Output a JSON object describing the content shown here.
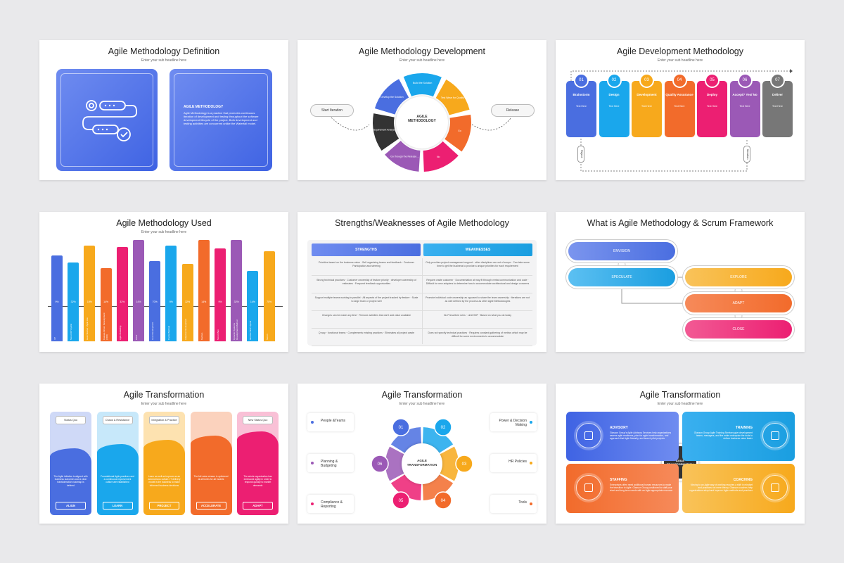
{
  "subtitle": "Enter your sub headline here",
  "colors": {
    "blue": "#4a6ee0",
    "lightblue": "#1aa7ec",
    "yellow": "#f7a91c",
    "orange": "#f26b2b",
    "pink": "#ec1f72",
    "purple": "#9b59b6",
    "gray": "#555"
  },
  "slides": [
    {
      "title": "Agile Methodology Definition",
      "card_heading": "AGILE METHODOLOGY",
      "card_text": "Agile Methodology is a practice that promotes continuous iteration of development and testing throughout the software development lifecycle of the project. Both development and testing activities are concurrent unlike the Waterfall model."
    },
    {
      "title": "Agile Methodology Development",
      "center": "AGILE METHODOLOGY",
      "left_pill": "Start Iteration",
      "right_pill": "Release",
      "segments": [
        "Build the Solution",
        "Test Wave for Quality",
        "Go",
        "No",
        "Go through the Release Phase for new release",
        "Requirement Analysis",
        "Develop the Solution"
      ]
    },
    {
      "title": "Agile Development Methodology",
      "steps": [
        {
          "n": "01",
          "label": "Brainstorm",
          "text": "Text Here"
        },
        {
          "n": "02",
          "label": "Design",
          "text": "Text Here"
        },
        {
          "n": "03",
          "label": "Development",
          "text": "Text Here"
        },
        {
          "n": "04",
          "label": "Quality Assurance",
          "text": "Text Here"
        },
        {
          "n": "05",
          "label": "Deploy",
          "text": "Text Here"
        },
        {
          "n": "06",
          "label": "Accept? Yes/ No",
          "text": "Text Here"
        },
        {
          "n": "07",
          "label": "Deliver",
          "text": "Text Here"
        }
      ],
      "left_tag": "Reject",
      "right_tag": "Iteration"
    },
    {
      "title": "Agile Methodology Used",
      "bars": [
        {
          "pct": "9%",
          "label": "XP"
        },
        {
          "pct": "32%",
          "label": "Scrum/XP Hybrid"
        },
        {
          "pct": "19%",
          "label": "Lean Startup / Agile Lite"
        },
        {
          "pct": "14%",
          "label": "Feature-Driven Development (FDD)"
        },
        {
          "pct": "32%",
          "label": "Agile Modelling"
        },
        {
          "pct": "14%",
          "label": "Other"
        },
        {
          "pct": "70%",
          "label": "Lean Development"
        },
        {
          "pct": "9%",
          "label": "Crystal Method"
        },
        {
          "pct": "32%",
          "label": "Adaptive Development"
        },
        {
          "pct": "14%",
          "label": "Kanban"
        },
        {
          "pct": "9%",
          "label": "Scrum Ban"
        },
        {
          "pct": "32%",
          "label": "Dynamic Systems Development Method"
        },
        {
          "pct": "14%",
          "label": "Iterative SDP Hybrid"
        },
        {
          "pct": "70%",
          "label": "Scrum"
        }
      ]
    },
    {
      "title": "Strengths/Weaknesses of Agile Methodology",
      "col_strengths": "STRENGTHS",
      "col_weaknesses": "WEAKNESSES",
      "rows": [
        [
          "Priorities based on the business value · Self organizing teams and feedback · Customer Participation and steering",
          "Only provides project management support · other disciplines are out of scope · Can take some time to get the business to provide a unique priorities for each requirement"
        ],
        [
          "Strong technical practices · Customer ownership of feature priority · developer ownership of estimates · Frequent feedback opportunities",
          "Require onsite customer · Documentation at may fit through verbal communication and code · Difficult for new adopters to determine how to accommodate architectural and design concerns"
        ],
        [
          "Support multiple teams working in parallel · All aspects of the project tracked by feature · Scale to large team or project well",
          "Promote individual code ownership as opposed to share the team ownership · Iterations are not as well defined by the process as other Agile Methodologies"
        ],
        [
          "Changes can be made any time · Remove activities that don't add value available",
          "No Prescribed roles · Limit WIP · Based on what you do today"
        ],
        [
          "Q way · functional teams · Complements existing practices · Eliminates all project waste",
          "Does not specify technical practices · Requires constant gathering of metrics which may be difficult for some environments to accommodate"
        ]
      ]
    },
    {
      "title": "What is Agile Methodology & Scrum Framework",
      "stages": [
        "ENVISION",
        "SPECULATE",
        "EXPLORE",
        "ADAPT",
        "CLOSE"
      ]
    },
    {
      "title": "Agile Transformation",
      "tops": [
        "Status Quo",
        "Chaos & Resistance",
        "Integration & Practice",
        "",
        "New Status Quo"
      ],
      "texts": [
        "The Agile initiative is aligned with business outcomes and a clear transformation roadmap is defined",
        "Foundational Agile practices and a continuous improvement culture are established",
        "Learn as well as improve as an autonomous culture. IT delivery model is the business to make informed business decisions",
        "The full value stream is optimized at all levels for all models",
        "The whole organization has embraced agility in order to respond quickly to market demands"
      ],
      "buttons": [
        "ALIGN",
        "LEARN",
        "PROJECT",
        "ACCELERATE",
        "ADAPT"
      ]
    },
    {
      "title": "Agile Transformation",
      "center": "AGILE TRANSFORMATION",
      "nums": [
        "01",
        "02",
        "03",
        "04",
        "05",
        "06"
      ],
      "left_items": [
        "People &Teams",
        "Planning & Budgeting",
        "Compliance & Reporting"
      ],
      "right_items": [
        "Power & Decision Making",
        "HR Policies",
        "Tools"
      ]
    },
    {
      "title": "Agile Transformation",
      "center": "AGILE TRANSFORMATION",
      "quads": [
        {
          "title": "ADVISORY",
          "text": "Glasson Group's Agile Advisory Services help organizations assess agile readiness, plan for agile transformation, and approach that Agile Maturity, and launch pilot projects"
        },
        {
          "title": "TRAINING",
          "text": "Glasson Group Agile Training Services give development teams, managers, and the entire enterprise the tools to deliver business value faster"
        },
        {
          "title": "STAFFING",
          "text": "Enterprises often need additional human resources to make the transition to Agile. Glasson Group positioned to staff your short and long-term needs with an Agile appropriate resource"
        },
        {
          "title": "COACHING",
          "text": "Moving to an Agile way of working requires a shift in mindset and practices not mere theory. Glasson coaches help organizations adopt and improve Agile methods and practices"
        }
      ]
    }
  ]
}
